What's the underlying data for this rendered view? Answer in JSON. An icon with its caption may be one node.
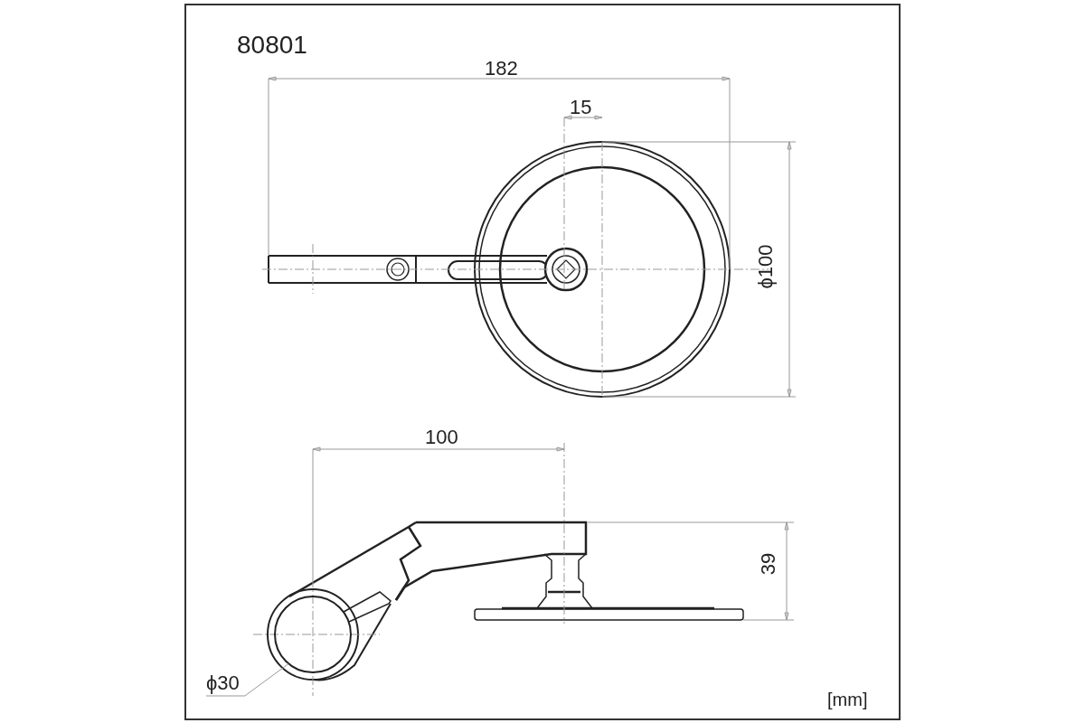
{
  "diagram": {
    "nodes": [
      {
        "text": [
          "ϕ30"
        ]
      },
      {
        "text": [],
        "shape": "circle"
      }
    ],
    "edges": [
      {
        "from": 0,
        "to": 1,
        "arrow": "none"
      }
    ],
    "labels": [
      "80801",
      "182",
      "15",
      "ϕ100",
      "100",
      "39",
      "[mm]"
    ]
  }
}
